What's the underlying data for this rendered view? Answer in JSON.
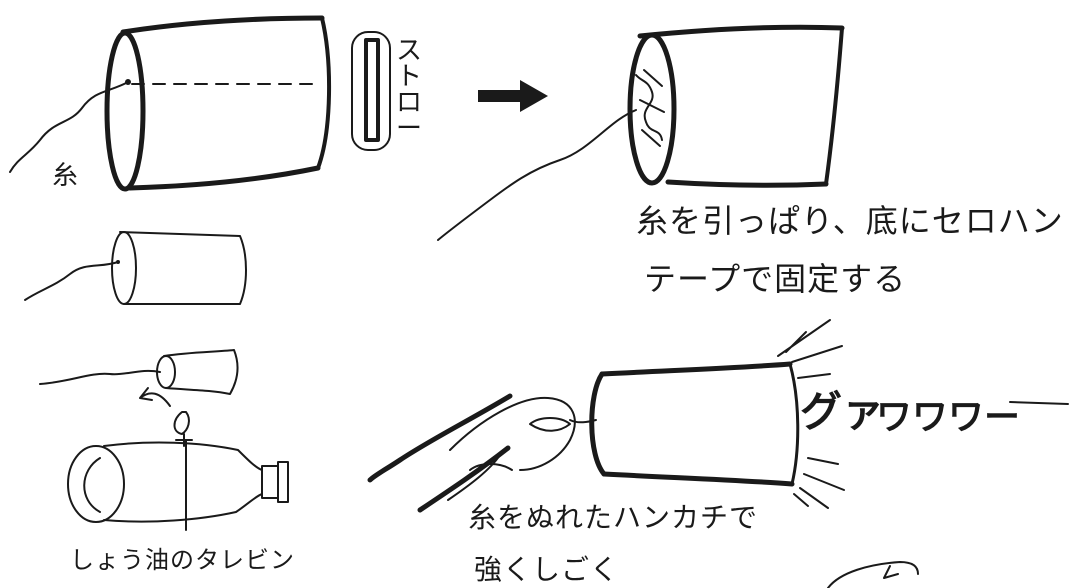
{
  "labels": {
    "ito": "糸",
    "straw": "ストロー",
    "soy_bottle": "しょう油のタレビン",
    "step2_line1": "糸を引っぱり、底にセロハン",
    "step2_line2": "テープで固定する",
    "step3_line1": "糸をぬれたハンカチで",
    "step3_line2": "強くしごく",
    "sound_effect_gua": "グァ",
    "sound_effect_wawawa": "ワワワー"
  },
  "colors": {
    "ink": "#1a1a1a",
    "paper": "#ffffff"
  }
}
